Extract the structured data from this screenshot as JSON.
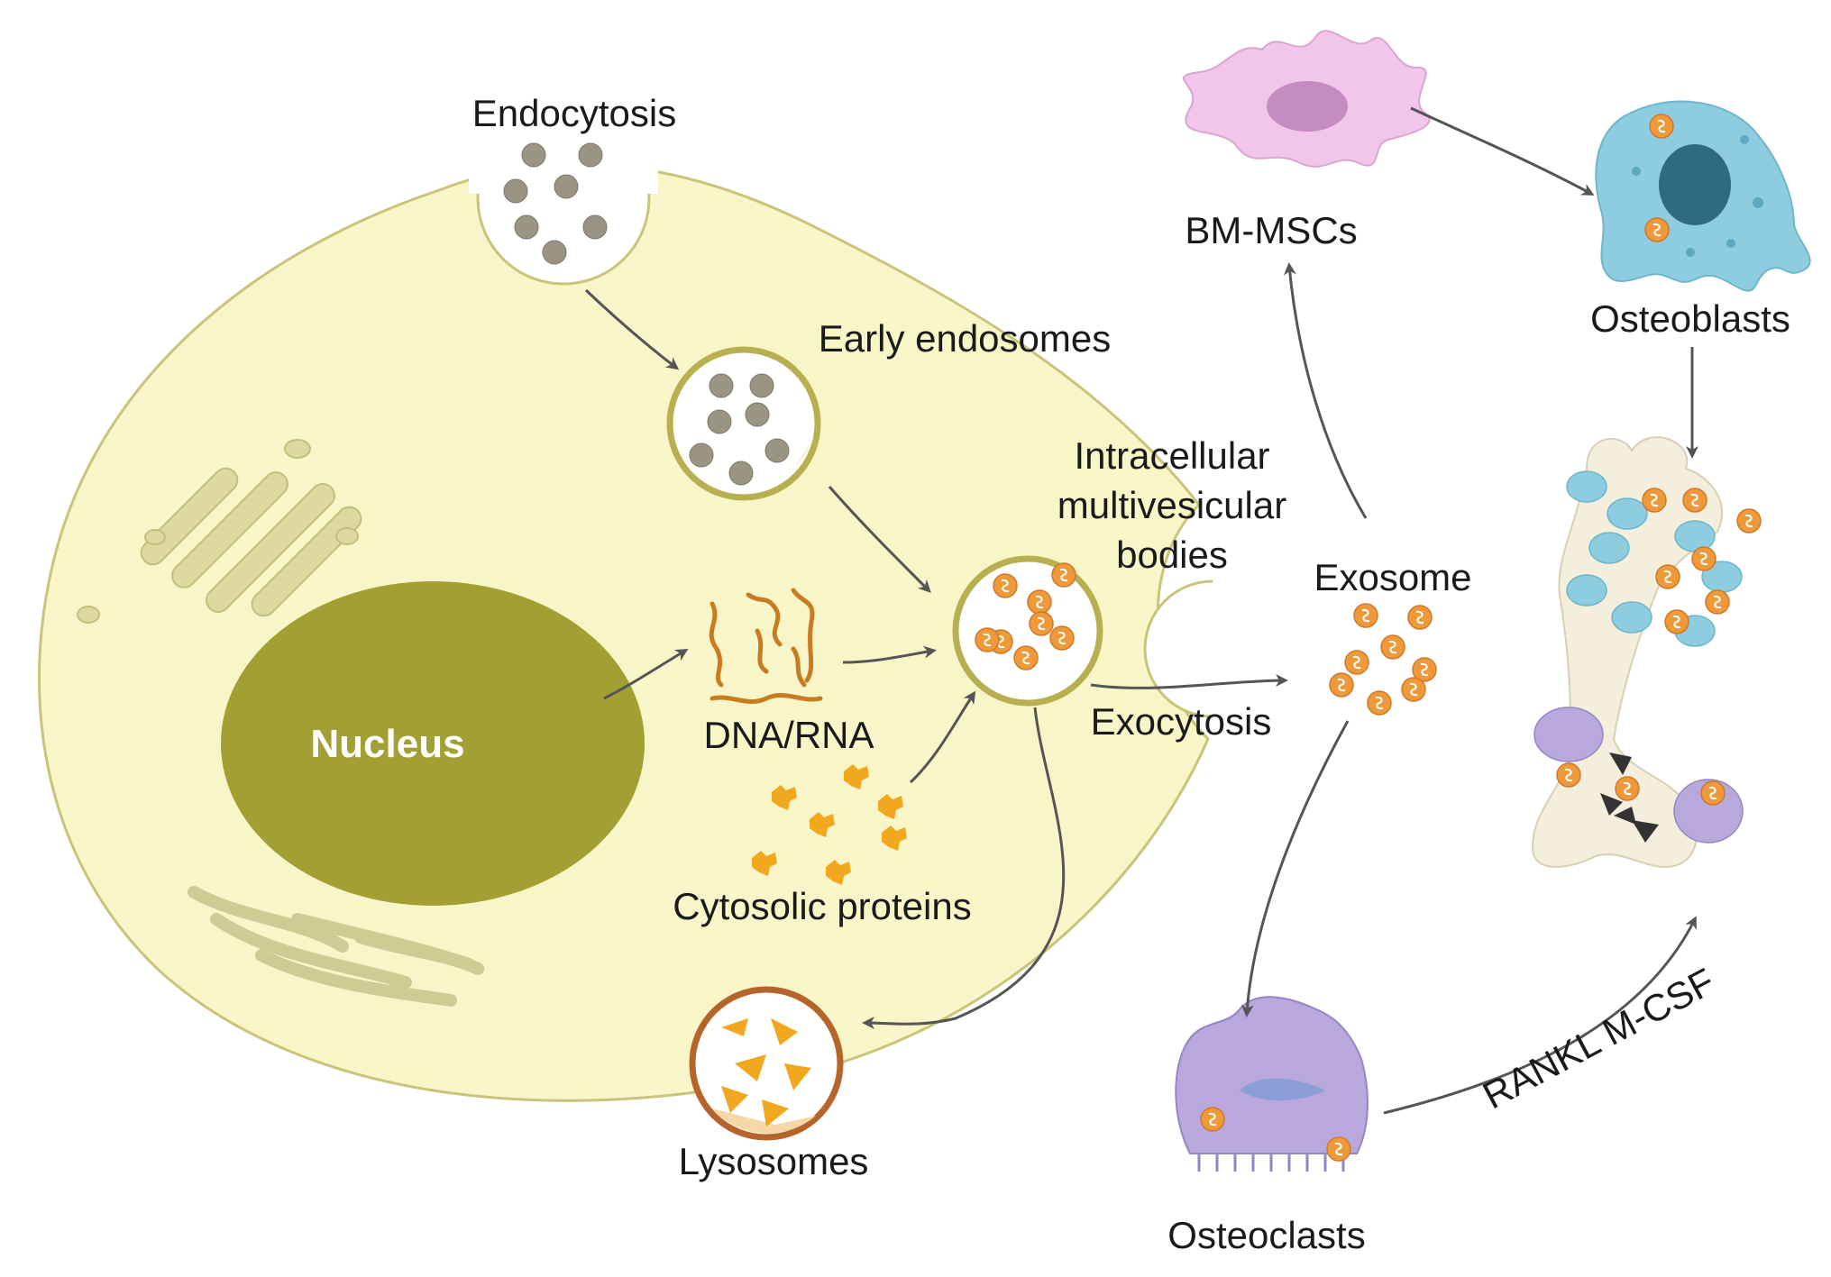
{
  "labels": {
    "endocytosis": "Endocytosis",
    "early_endosomes": "Early endosomes",
    "intracellular_mvb_line1": "Intracellular",
    "intracellular_mvb_line2": "multivesicular",
    "intracellular_mvb_line3": "bodies",
    "nucleus": "Nucleus",
    "dna_rna": "DNA/RNA",
    "cytosolic_proteins": "Cytosolic proteins",
    "lysosomes": "Lysosomes",
    "exocytosis": "Exocytosis",
    "exosome": "Exosome",
    "bm_mscs": "BM-MSCs",
    "osteoblasts": "Osteoblasts",
    "osteoclasts": "Osteoclasts",
    "rankl_mcsf": "RANKL M-CSF"
  },
  "colors": {
    "cell_fill": "#f8f6c8",
    "cell_border": "#c9c47a",
    "nucleus": "#a3a033",
    "organelle": "#d9d6a0",
    "vesicle_border": "#b8b050",
    "particle_grey": "#9a9482",
    "exosome_orange": "#ef9a3a",
    "protein_orange": "#f2a81e",
    "lysosome_border": "#b5642a",
    "bmmsc_pink": "#f2c6ea",
    "osteoblast_blue": "#8ecde0",
    "osteoclast_purple": "#b8a8dc",
    "bone": "#f3efdc",
    "arrow": "#555555"
  },
  "icons": {
    "exosome_particle": "exosome-icon",
    "protein": "protein-icon"
  }
}
